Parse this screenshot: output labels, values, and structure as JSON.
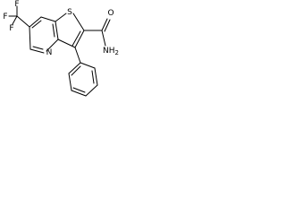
{
  "molecule": {
    "atoms": {
      "f_top": "F",
      "f_left": "F",
      "f_bottom": "F",
      "ring_s": "S",
      "ring_n": "N",
      "amide_o": "O",
      "amide_n": "NH",
      "amide_h_sub": "2"
    },
    "colors": {
      "bond": "#000000",
      "label": "#000000",
      "background": "#ffffff"
    }
  }
}
